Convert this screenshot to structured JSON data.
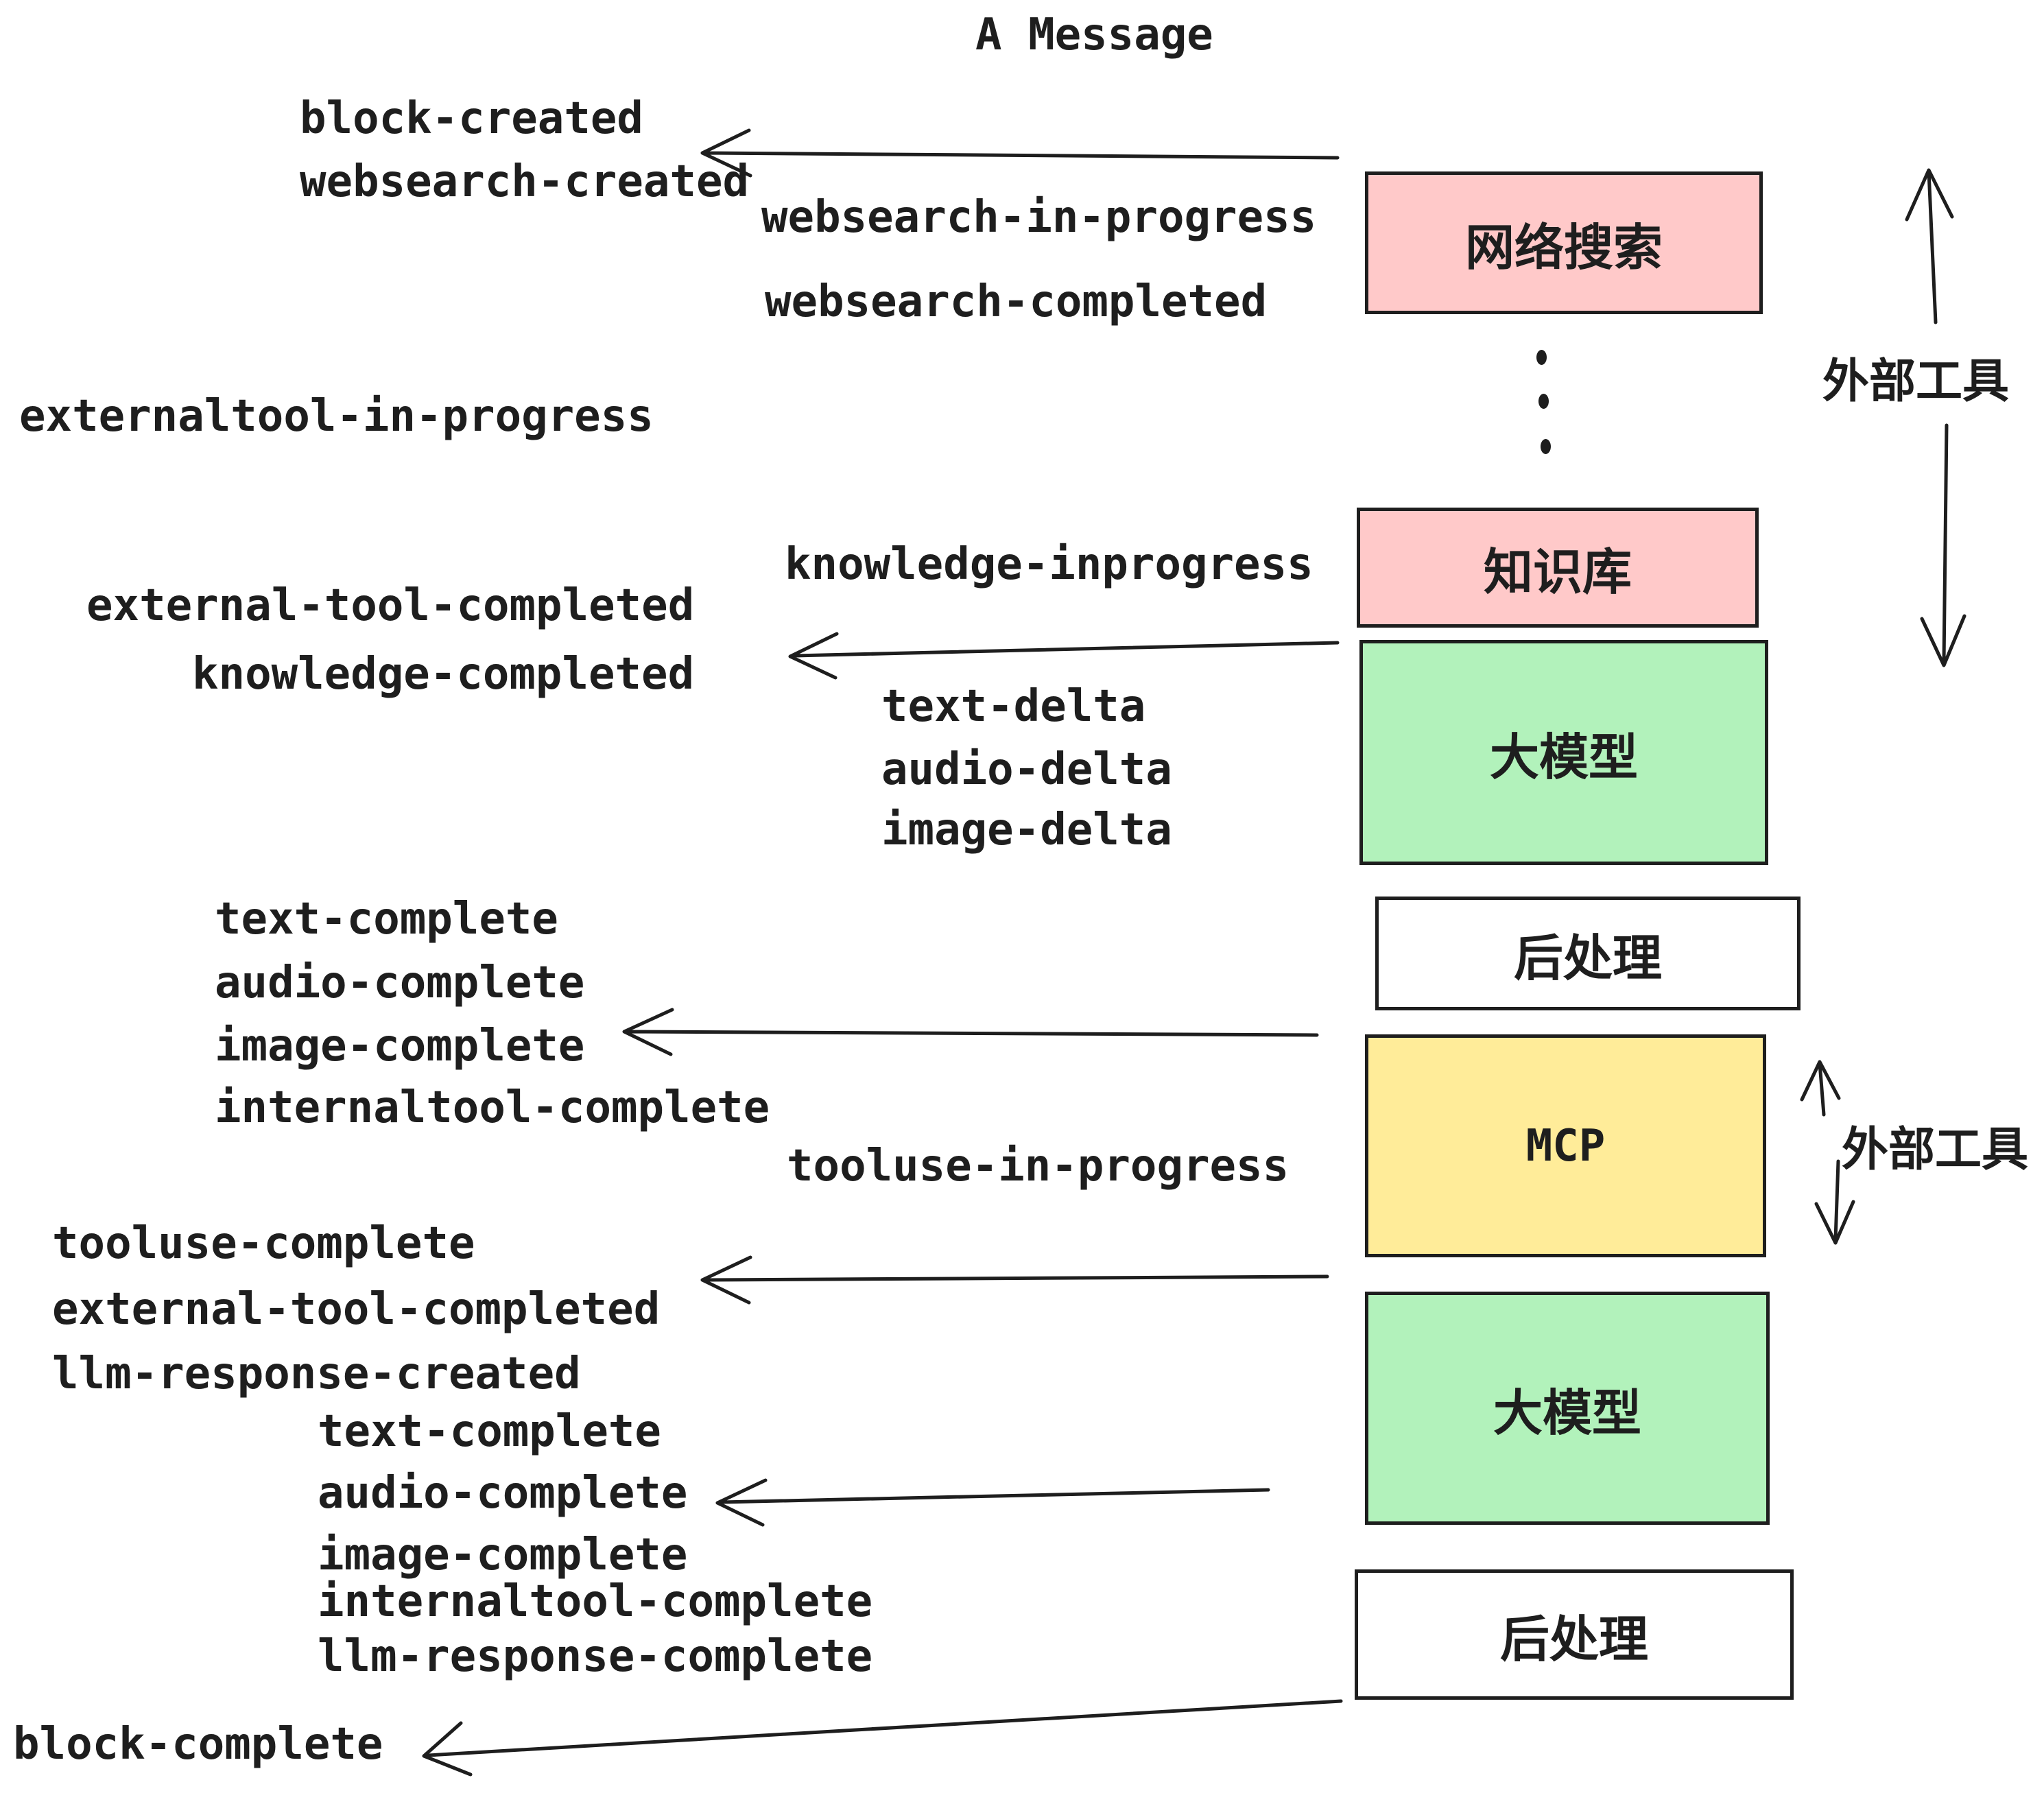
{
  "title": "A Message",
  "colors": {
    "ink": "#1e1e1e",
    "pink": "#ffc9c9",
    "green": "#b2f2bb",
    "yellow": "#ffec99",
    "white": "#ffffff"
  },
  "boxes": [
    {
      "id": "websearch",
      "label": "网络搜索",
      "fill": "#ffc9c9"
    },
    {
      "id": "knowledge",
      "label": "知识库",
      "fill": "#ffc9c9"
    },
    {
      "id": "llm-1",
      "label": "大模型",
      "fill": "#b2f2bb"
    },
    {
      "id": "postprocess-1",
      "label": "后处理",
      "fill": "#ffffff"
    },
    {
      "id": "mcp",
      "label": "MCP",
      "fill": "#ffec99"
    },
    {
      "id": "llm-2",
      "label": "大模型",
      "fill": "#b2f2bb"
    },
    {
      "id": "postprocess-2",
      "label": "后处理",
      "fill": "#ffffff"
    }
  ],
  "events": [
    "block-created",
    "websearch-created",
    "websearch-in-progress",
    "websearch-completed",
    "externaltool-in-progress",
    "knowledge-inprogress",
    "external-tool-completed",
    "knowledge-completed",
    "text-delta",
    "audio-delta",
    "image-delta",
    "text-complete",
    "audio-complete",
    "image-complete",
    "internaltool-complete",
    "tooluse-in-progress",
    "tooluse-complete",
    "external-tool-completed",
    "llm-response-created",
    "text-complete",
    "audio-complete",
    "image-complete",
    "internaltool-complete",
    "llm-response-complete",
    "block-complete"
  ],
  "annotations": {
    "external_tools_upper": "外部工具",
    "external_tools_lower": "外部工具"
  }
}
